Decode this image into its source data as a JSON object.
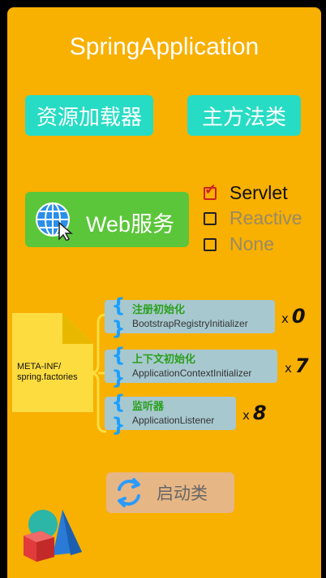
{
  "title": "SpringApplication",
  "buttons": {
    "resource_loader": "资源加载器",
    "main_class": "主方法类",
    "web_service": "Web服务",
    "boot_class": "启动类"
  },
  "web_options": [
    {
      "label": "Servlet",
      "checked": true
    },
    {
      "label": "Reactive",
      "checked": false
    },
    {
      "label": "None",
      "checked": false
    }
  ],
  "factories_file": {
    "line1": "META-INF/",
    "line2": "spring.factories"
  },
  "initializers": [
    {
      "cn": "注册初始化",
      "en": "BootstrapRegistryInitializer",
      "count": "0"
    },
    {
      "cn": "上下文初始化",
      "en": "ApplicationContextInitializer",
      "count": "7"
    },
    {
      "cn": "监听器",
      "en": "ApplicationListener",
      "count": "8"
    }
  ],
  "multiplier_symbol": "x",
  "colors": {
    "background": "#f8b001",
    "teal_button": "#27dcc4",
    "web_button": "#5bc63a",
    "card": "#a8c8d0",
    "boot_button": "#e7b685"
  }
}
